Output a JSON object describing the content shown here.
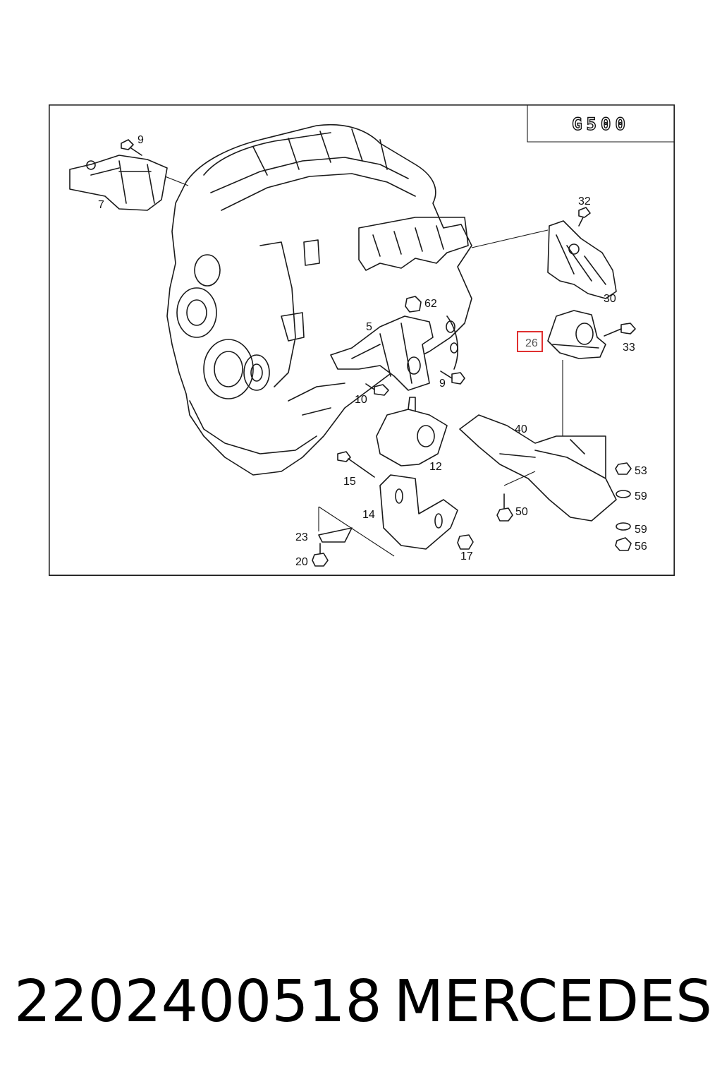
{
  "diagram": {
    "model_badge": "G500",
    "callouts": {
      "c9a": "9",
      "c7": "7",
      "c32": "32",
      "c30": "30",
      "c62": "62",
      "c5": "5",
      "c26": "26",
      "c33": "33",
      "c9b": "9",
      "c10": "10",
      "c40": "40",
      "c12": "12",
      "c53": "53",
      "c59a": "59",
      "c15": "15",
      "c50": "50",
      "c14": "14",
      "c23": "23",
      "c59b": "59",
      "c56": "56",
      "c17": "17",
      "c20": "20"
    },
    "highlighted_callout": "26",
    "colors": {
      "line": "#1a1a1a",
      "highlight_box": "#e03030",
      "highlight_text": "#555555"
    }
  },
  "footer": {
    "part_number": "2202400518",
    "brand": "MERCEDES"
  }
}
